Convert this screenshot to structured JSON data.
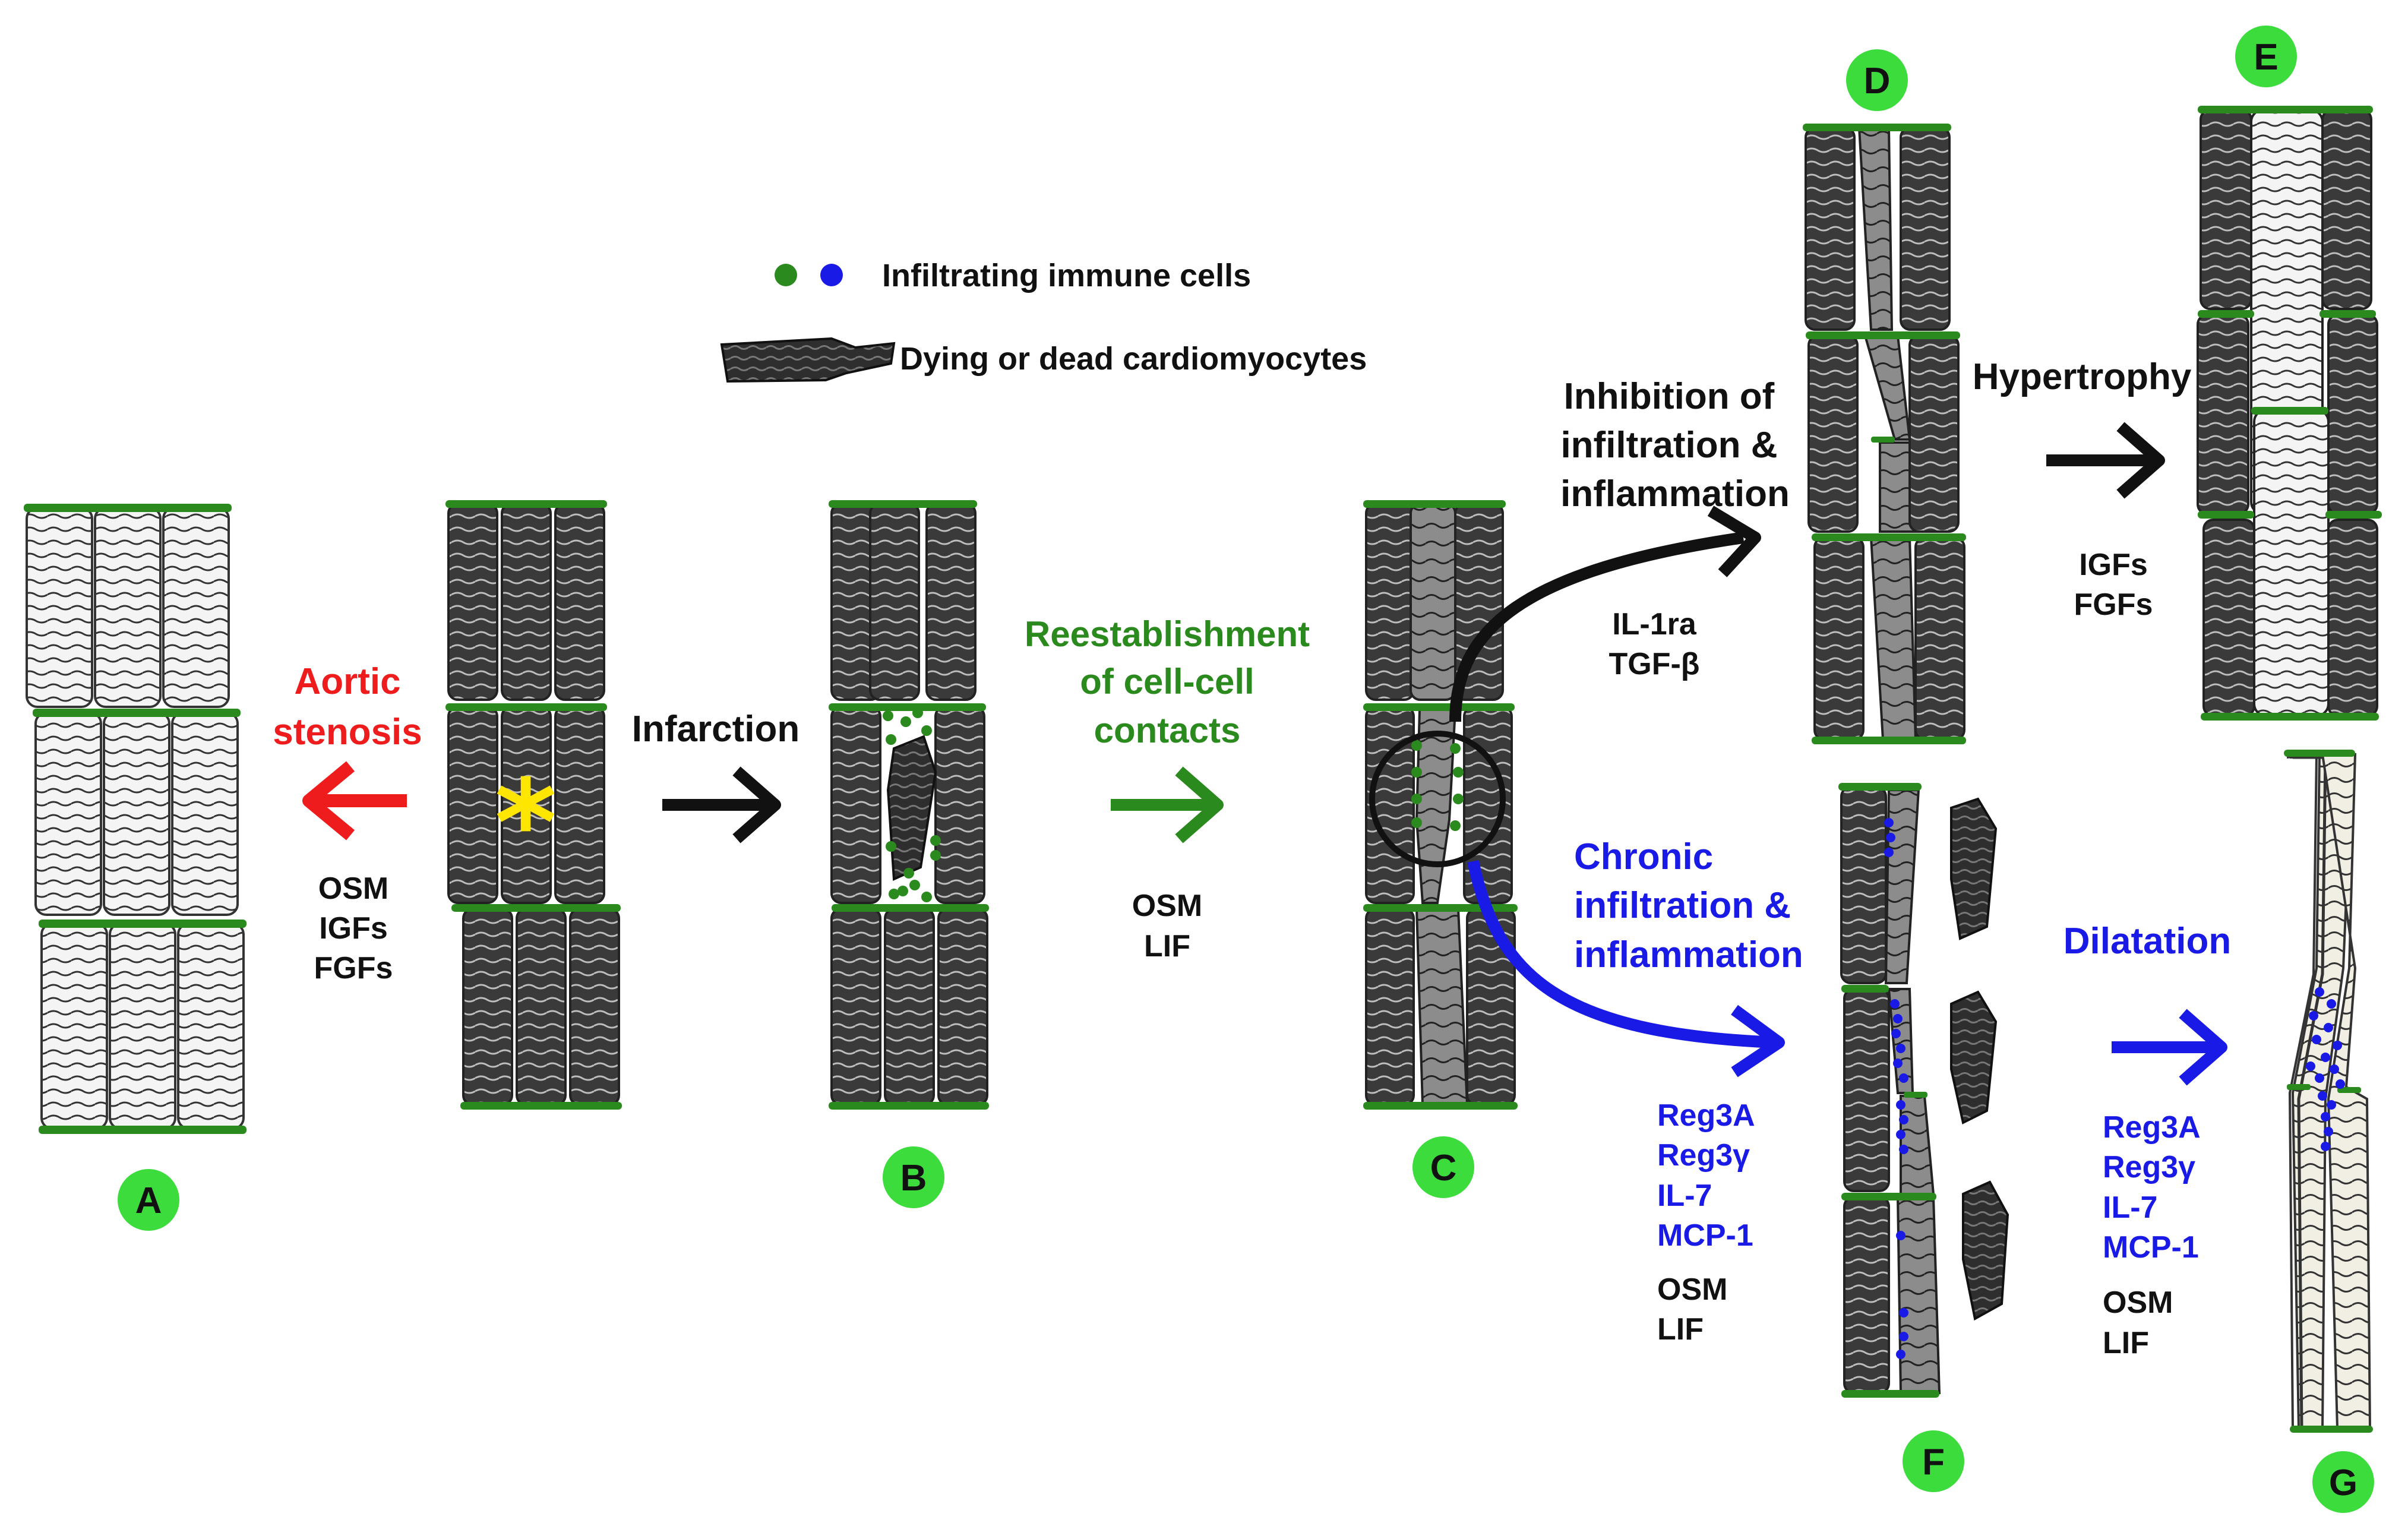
{
  "legend": {
    "immune_cells": "Infiltrating immune cells",
    "dying_cells": "Dying or dead cardiomyocytes"
  },
  "panels": {
    "A": "A",
    "B": "B",
    "C": "C",
    "D": "D",
    "E": "E",
    "F": "F",
    "G": "G"
  },
  "arrows": {
    "aortic_stenosis": [
      "Aortic",
      "stenosis"
    ],
    "infarction": "Infarction",
    "reestablishment": [
      "Reestablishment",
      "of cell-cell",
      "contacts"
    ],
    "inhibition": [
      "Inhibition of",
      "infiltration &",
      "inflammation"
    ],
    "hypertrophy": "Hypertrophy",
    "chronic": [
      "Chronic",
      "infiltration &",
      "inflammation"
    ],
    "dilatation": "Dilatation"
  },
  "factors": {
    "a": [
      "OSM",
      "IGFs",
      "FGFs"
    ],
    "c": [
      "OSM",
      "LIF"
    ],
    "d": [
      "IL-1ra",
      "TGF-β"
    ],
    "e": [
      "IGFs",
      "FGFs"
    ],
    "f_blue": [
      "Reg3A",
      "Reg3γ",
      "IL-7",
      "MCP-1"
    ],
    "f_black": [
      "OSM",
      "LIF"
    ],
    "g_blue": [
      "Reg3A",
      "Reg3γ",
      "IL-7",
      "MCP-1"
    ],
    "g_black": [
      "OSM",
      "LIF"
    ]
  },
  "colors": {
    "immune_green": "#2b8a1e",
    "immune_blue": "#1a1ae6",
    "red": "#ee1c1c",
    "badge": "#3ddc3d"
  }
}
